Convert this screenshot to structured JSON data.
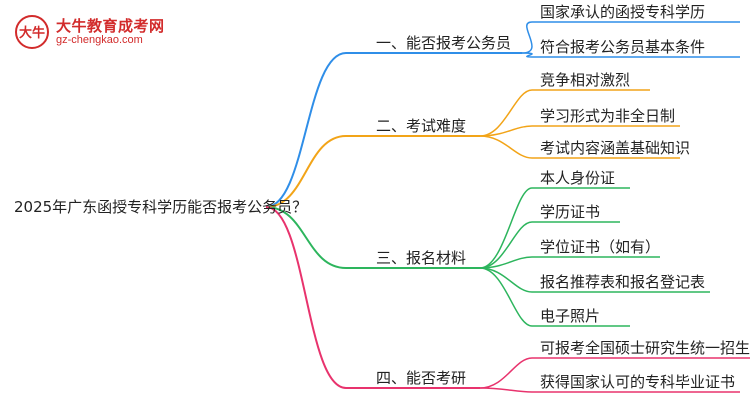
{
  "logo": {
    "mark_text": "大牛",
    "title": "大牛教育成考网",
    "url": "gz-chengkao.com"
  },
  "root": "2025年广东函授专科学历能否报考公务员？",
  "branches": [
    {
      "label": "一、能否报考公务员",
      "color": "#2f8ee8",
      "children": [
        "国家承认的函授专科学历",
        "符合报考公务员基本条件"
      ]
    },
    {
      "label": "二、考试难度",
      "color": "#f2a418",
      "children": [
        "竞争相对激烈",
        "学习形式为非全日制",
        "考试内容涵盖基础知识"
      ]
    },
    {
      "label": "三、报名材料",
      "color": "#2db55d",
      "children": [
        "本人身份证",
        "学历证书",
        "学位证书（如有）",
        "报名推荐表和报名登记表",
        "电子照片"
      ]
    },
    {
      "label": "四、能否考研",
      "color": "#e8336d",
      "children": [
        "可报考全国硕士研究生统一招生考试",
        "获得国家认可的专科毕业证书"
      ]
    }
  ]
}
